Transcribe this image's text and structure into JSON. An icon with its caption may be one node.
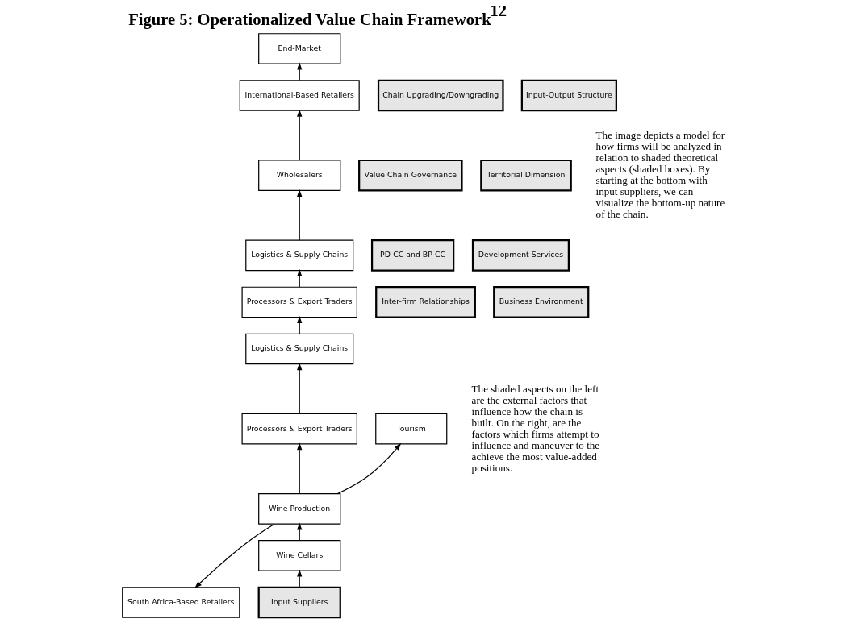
{
  "diagram": {
    "title": "Figure 5: Operationalized Value Chain Framework$^{12}$",
    "nodes": [
      {
        "text": [
          "End-Market"
        ]
      },
      {
        "text": [
          "International-Based Retailers"
        ]
      },
      {
        "text": [
          "Wholesalers"
        ]
      },
      {
        "text": [
          "Logistics & Supply Chains"
        ]
      },
      {
        "text": [
          "Processors & Export Traders"
        ]
      },
      {
        "text": [
          "Logistics & Supply Chains"
        ]
      },
      {
        "text": [
          "Processors & Export Traders"
        ]
      },
      {
        "text": [
          "Tourism"
        ]
      },
      {
        "text": [
          "South Africa-Based Retailers"
        ]
      },
      {
        "text": [
          "Wine Production"
        ]
      },
      {
        "text": [
          "Wine Cellars"
        ]
      },
      {
        "text": [
          "Input Suppliers"
        ]
      },
      {
        "text": [
          "Chain Upgrading/Downgrading"
        ]
      },
      {
        "text": [
          "Value Chain Governance"
        ]
      },
      {
        "text": [
          "PD-CC and BP-CC"
        ]
      },
      {
        "text": [
          "Inter-firm Relationships"
        ]
      },
      {
        "text": [
          "Input-Output Structure"
        ]
      },
      {
        "text": [
          "Territorial Dimension"
        ]
      },
      {
        "text": [
          "Development Services"
        ]
      },
      {
        "text": [
          "Business Environment"
        ]
      }
    ],
    "edges": [
      {
        "from": 1,
        "to": 0,
        "arrow": "to"
      },
      {
        "from": 2,
        "to": 1,
        "arrow": "to"
      },
      {
        "from": 3,
        "to": 2,
        "arrow": "to"
      },
      {
        "from": 4,
        "to": 3,
        "arrow": "to"
      },
      {
        "from": 5,
        "to": 4,
        "arrow": "to"
      },
      {
        "from": 6,
        "to": 5,
        "arrow": "to"
      },
      {
        "from": 9,
        "to": 6,
        "arrow": "to"
      },
      {
        "from": 9,
        "to": 7,
        "arrow": "to"
      },
      {
        "from": 9,
        "to": 8,
        "arrow": "to"
      },
      {
        "from": 10,
        "to": 9,
        "arrow": "to"
      },
      {
        "from": 11,
        "to": 10,
        "arrow": "to"
      }
    ],
    "labels": [
      "The image depicts a model for how firms will be analyzed in relation to shaded theoretical aspects (shaded boxes). By starting at the bottom with input suppliers, we can visualize the bottom-up nature of the chain.",
      "The shaded aspects on the left are the external factors that influence how the chain is built. On the right, are the factors which firms attempt to influence and maneuver to the achieve the most value-added positions."
    ]
  }
}
